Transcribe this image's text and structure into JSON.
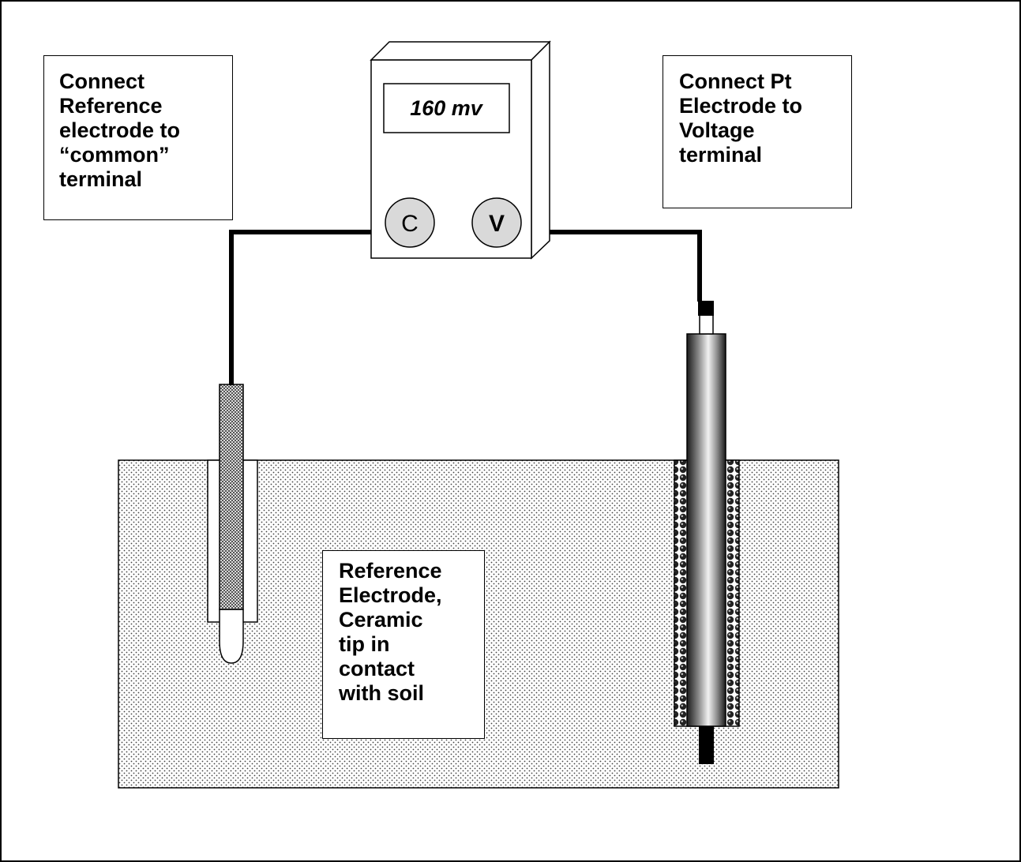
{
  "diagram": {
    "left_note": [
      "Connect",
      "Reference",
      "electrode to",
      "“common”",
      "terminal"
    ],
    "right_note": [
      "Connect Pt",
      "Electrode to",
      "Voltage",
      "terminal"
    ],
    "center_note": [
      "Reference",
      "Electrode,",
      "Ceramic",
      "tip in",
      "contact",
      "with soil"
    ],
    "meter": {
      "reading": "160 mv",
      "common_terminal": "C",
      "voltage_terminal": "V"
    }
  }
}
